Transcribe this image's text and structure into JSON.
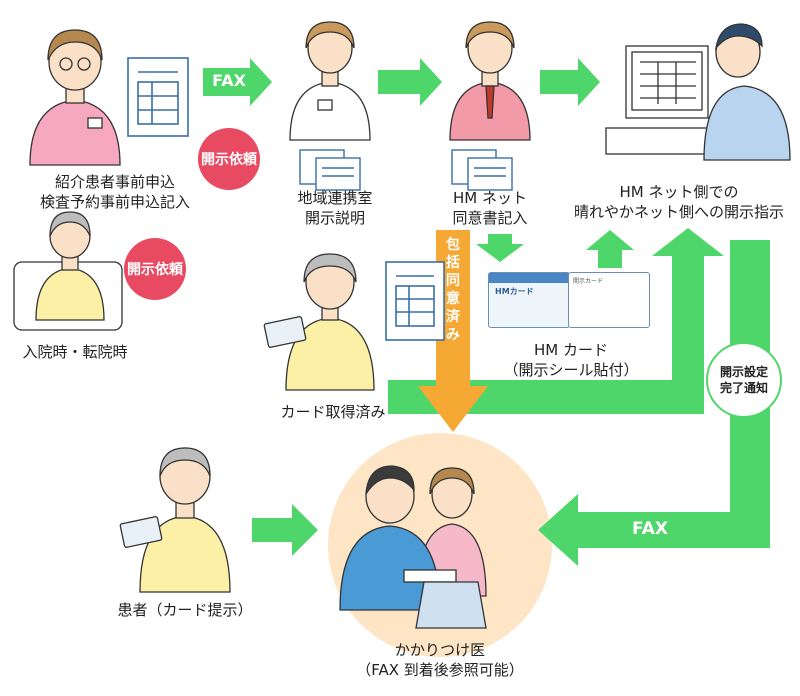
{
  "steps": {
    "referral": [
      "紹介患者事前申込",
      "検査予約事前申込記入"
    ],
    "admission": "入院時・転院時",
    "liaison": [
      "地域連携室",
      "開示説明"
    ],
    "consent": [
      "HM ネット",
      "同意書記入"
    ],
    "hm_side": [
      "HM ネット側での",
      "晴れやかネット側への開示指示"
    ],
    "card_acquired": "カード取得済み",
    "hm_card": [
      "HM カード",
      "（開示シール貼付）"
    ],
    "patient_present": "患者（カード提示）",
    "family_doctor": [
      "かかりつけ医",
      "（FAX 到着後参照可能）"
    ]
  },
  "badges": {
    "request_1": "開示依頼",
    "request_2": "開示依頼",
    "completion": [
      "開示設定",
      "完了通知"
    ]
  },
  "arrows": {
    "fax_top": "FAX",
    "fax_bottom": "FAX",
    "blanket_consent": [
      "包",
      "括",
      "同",
      "意",
      "済",
      "み"
    ]
  },
  "card": {
    "front_logo": "HMカード",
    "back_header": "開示カード"
  },
  "colors": {
    "green": "#4fd66a",
    "orange": "#f5a833",
    "badge_red": "#e84a62",
    "doctor_circle": "#fde5c6"
  }
}
